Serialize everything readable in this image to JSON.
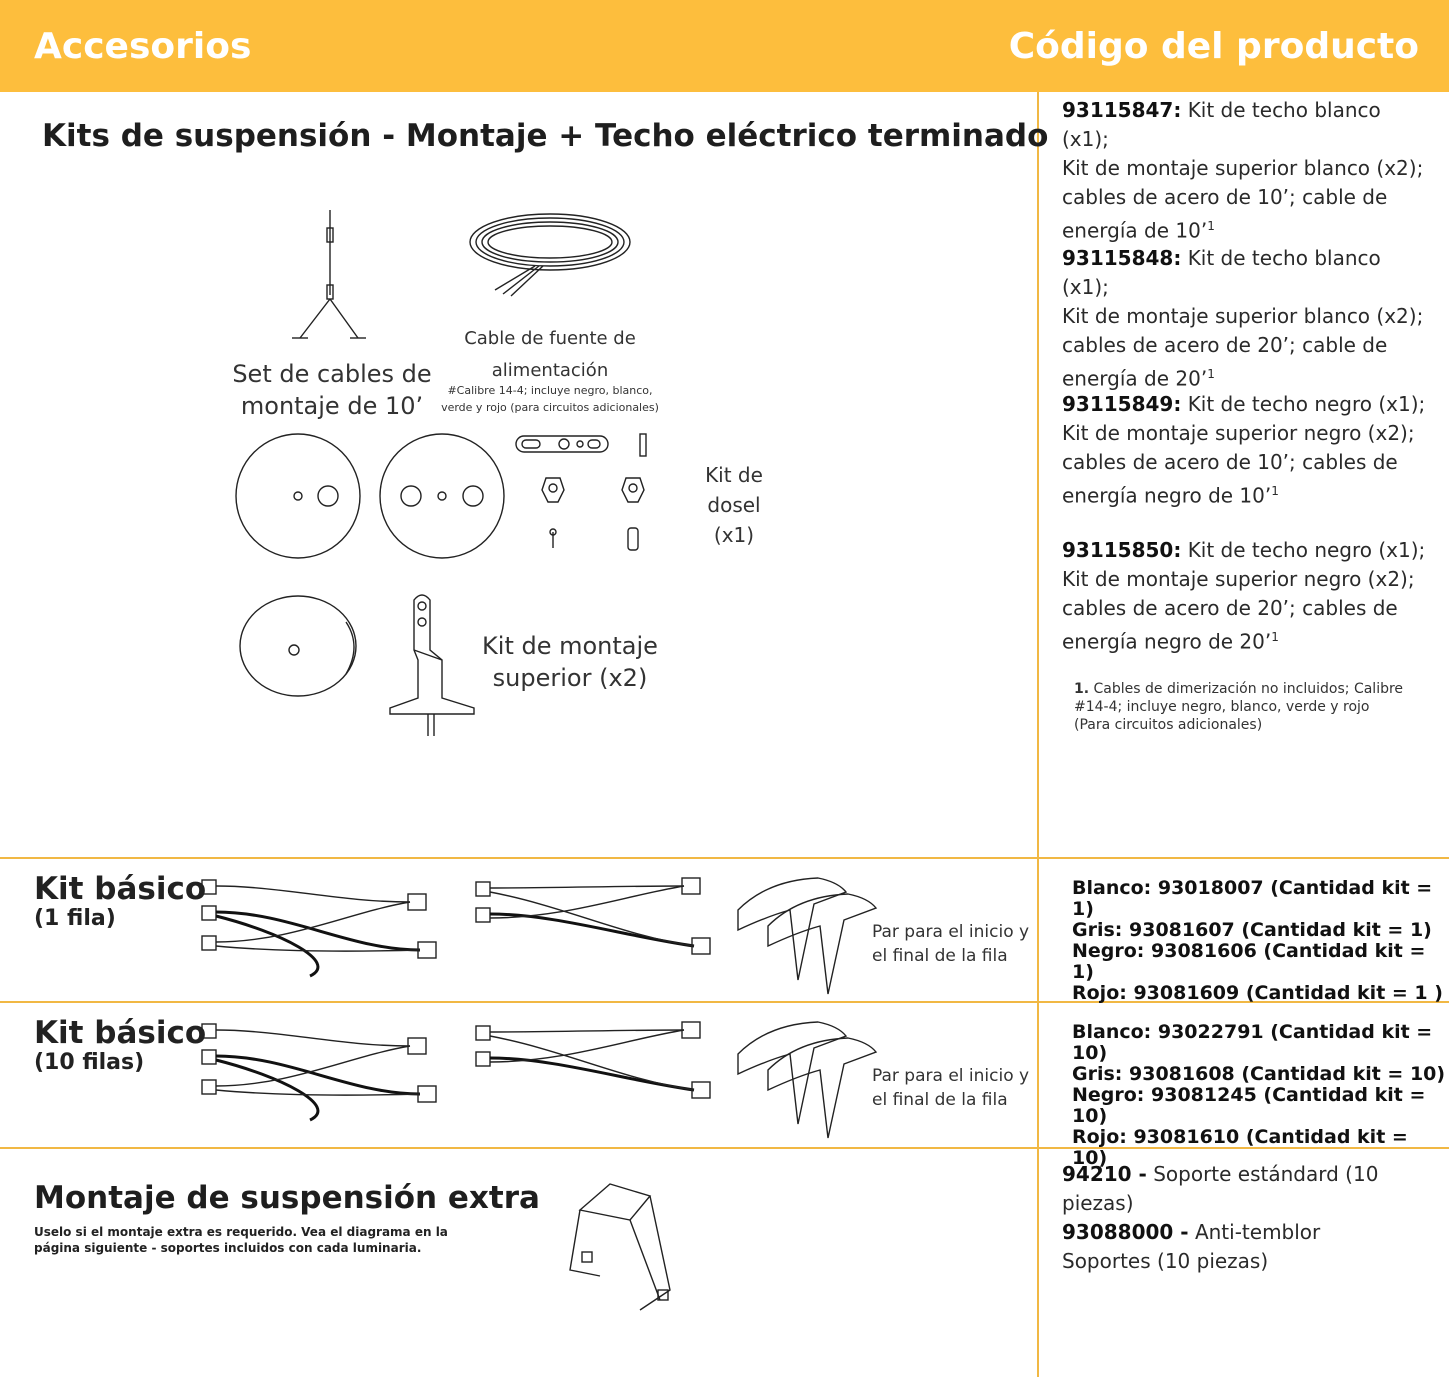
{
  "header": {
    "left": "Accesorios",
    "right": "Código del producto"
  },
  "suspension": {
    "title": "Kits de suspensión - Montaje + Techo eléctrico terminado",
    "cable_set_label": [
      "Set de cables de",
      "montaje de 10’"
    ],
    "power_cable_label": [
      "Cable de fuente de",
      "alimentación"
    ],
    "power_cable_note": [
      "#Calibre 14-4; incluye negro, blanco,",
      "verde y rojo (para circuitos adicionales)"
    ],
    "canopy_kit_label": [
      "Kit de",
      "dosel (x1)"
    ],
    "top_mount_label": [
      "Kit de montaje",
      "superior (x2)"
    ]
  },
  "codes": [
    {
      "code": "93115847:",
      "text": [
        "Kit de techo blanco (x1);",
        "Kit de montaje superior blanco (x2);",
        "cables de acero de 10’; cable de",
        "energía de 10’"
      ],
      "sup": "1"
    },
    {
      "code": "93115848:",
      "text": [
        "Kit de techo blanco (x1);",
        "Kit de montaje superior blanco (x2);",
        "cables de acero de 20’; cable de",
        "energía de 20’"
      ],
      "sup": "1"
    },
    {
      "code": "93115849:",
      "text": [
        "Kit de techo negro (x1);",
        "Kit de montaje superior negro (x2);",
        "cables de acero de 10’; cables de",
        "energía negro de 10’"
      ],
      "sup": "1"
    },
    {
      "code": "93115850:",
      "text": [
        "Kit de techo negro (x1);",
        "Kit de montaje superior negro (x2);",
        "cables de acero de 20’; cables de",
        "energía negro de 20’"
      ],
      "sup": "1"
    }
  ],
  "footnote": {
    "num": "1.",
    "lines": [
      "Cables de dimerización no incluidos; Calibre",
      "#14-4; incluye negro, blanco, verde y rojo",
      "(Para circuitos adicionales)"
    ]
  },
  "kit1": {
    "title": "Kit básico",
    "sub": "(1 fila)",
    "pair_label": [
      "Par para el inicio y",
      "el final de la fila"
    ],
    "codes": [
      "Blanco: 93018007 (Cantidad kit = 1)",
      "Gris: 93081607 (Cantidad kit = 1)",
      "Negro: 93081606 (Cantidad kit = 1)",
      "Rojo: 93081609 (Cantidad kit = 1 )"
    ]
  },
  "kit10": {
    "title": "Kit básico",
    "sub": "(10 filas)",
    "pair_label": [
      "Par para el inicio y",
      "el final de la fila"
    ],
    "codes": [
      "Blanco: 93022791 (Cantidad kit = 10)",
      "Gris: 93081608 (Cantidad kit = 10)",
      "Negro: 93081245 (Cantidad kit = 10)",
      "Rojo: 93081610 (Cantidad kit = 10)"
    ]
  },
  "extra": {
    "title": "Montaje de suspensión extra",
    "note": [
      "Uselo si el montaje extra es requerido. Vea el diagrama en la",
      "página siguiente - soportes incluidos con cada luminaria."
    ],
    "codes": [
      {
        "code": "94210 -",
        "text": [
          "Soporte estándard (10",
          "piezas)"
        ]
      },
      {
        "code": "93088000 -",
        "text": [
          "Anti-temblor",
          "Soportes (10 piezas)"
        ]
      }
    ]
  }
}
